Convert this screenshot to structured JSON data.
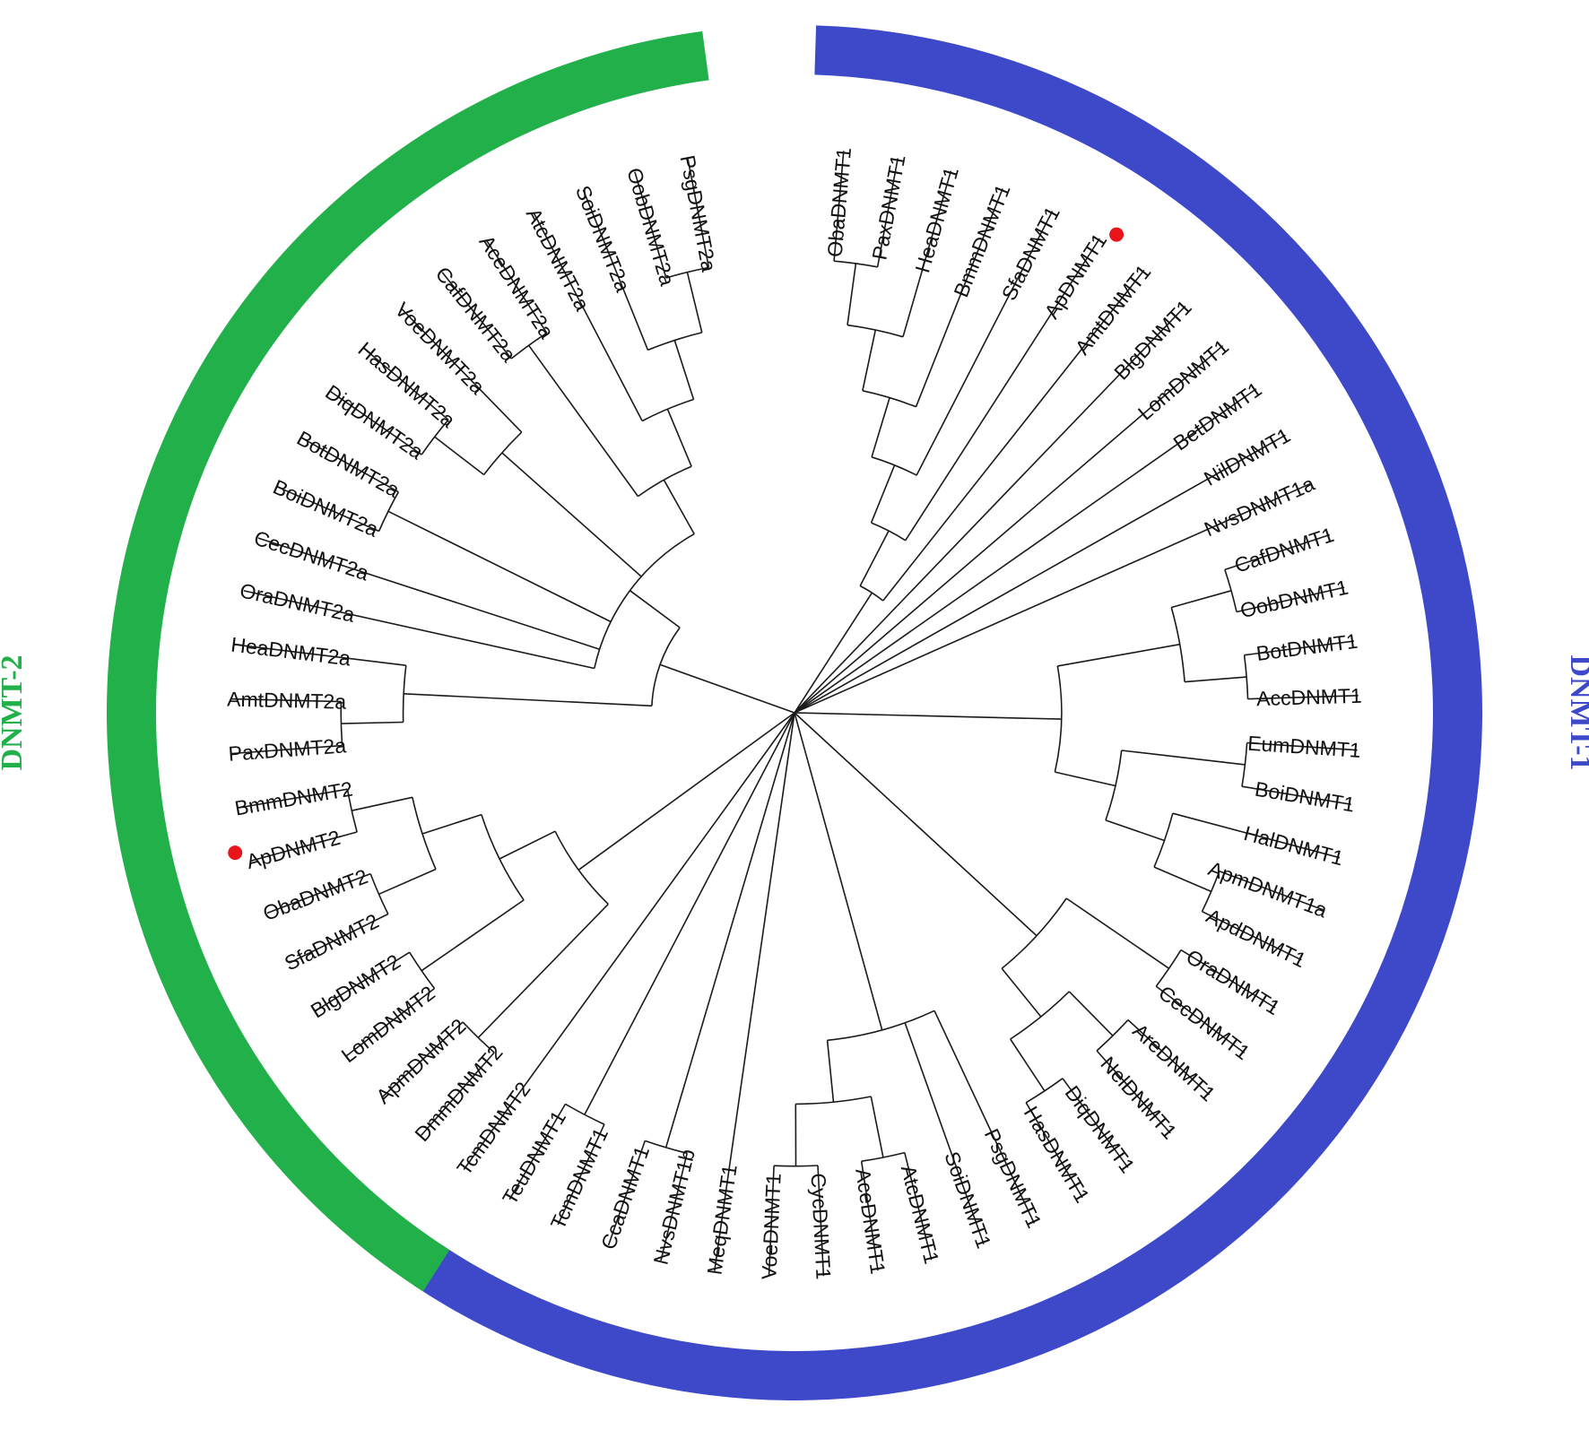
{
  "clades": [
    {
      "label": "DNMT-1",
      "color": "#3d49c8"
    },
    {
      "label": "DNMT-2",
      "color": "#22b04b"
    }
  ],
  "marker_color": "#e8151b",
  "marked_leaves": [
    "ApDNMT1",
    "ApDNMT2"
  ],
  "tree": [
    [
      [
        [
          [
            [
              [
                "ObaDNMT1",
                "PaxDNMT1"
              ],
              "HeaDNMT1"
            ],
            "BmmDNMT1"
          ],
          "SfaDNMT1"
        ],
        "ApDNMT1"
      ],
      "AmtDNMT1"
    ],
    "BlgDNMT1",
    "LomDNMT1",
    "BetDNMT1",
    "NilDNMT1",
    "NvsDNMT1a",
    [
      [
        [
          [
            "CafDNMT1",
            "OobDNMT1"
          ],
          [
            "BotDNMT1",
            "AccDNMT1"
          ]
        ]
      ],
      [
        [
          "EumDNMT1",
          "BoiDNMT1"
        ],
        [
          "HalDNMT1",
          [
            "ApmDNMT1a",
            "ApdDNMT1"
          ]
        ]
      ]
    ],
    [
      [
        "OraDNMT1",
        "CecDNMT1"
      ],
      [
        [
          "AreDNMT1",
          "NelDNMT1"
        ],
        [
          "DiqDNMT1",
          "HasDNMT1"
        ]
      ]
    ],
    [
      "PsgDNMT1",
      "SoiDNMT1",
      [
        [
          "AtcDNMT1",
          "AceDNMT1"
        ],
        [
          "CycDNMT1",
          "VoeDNMT1"
        ]
      ]
    ],
    "MeqDNMT1",
    [
      "NvsDNMT1b",
      "CcaDNMT1"
    ],
    [
      "TcmDNMT1",
      "TeuDNMT1"
    ],
    "TcmDNMT2",
    [
      [
        "DmmDNMT2",
        "ApmDNMT2"
      ],
      [
        [
          "LomDNMT2",
          "BlgDNMT2"
        ],
        [
          [
            "SfaDNMT2",
            "ObaDNMT2"
          ],
          [
            "ApDNMT2",
            "BmmDNMT2"
          ]
        ]
      ]
    ],
    [
      [
        [
          "PaxDNMT2a",
          "AmtDNMT2a"
        ],
        "HeaDNMT2a"
      ],
      [
        "OraDNMT2a",
        "CecDNMT2a",
        [
          "BoiDNMT2a",
          "BotDNMT2a"
        ],
        [
          [
            "DiqDNMT2a",
            "HasDNMT2a"
          ],
          "VoeDNMT2a"
        ],
        [
          [
            "CafDNMT2a",
            "AceDNMT2a"
          ],
          [
            "AtcDNMT2a",
            [
              "SoiDNMT2a",
              [
                "OobDNMT2a",
                "PsgDNMT2a"
              ]
            ]
          ]
        ]
      ]
    ]
  ]
}
